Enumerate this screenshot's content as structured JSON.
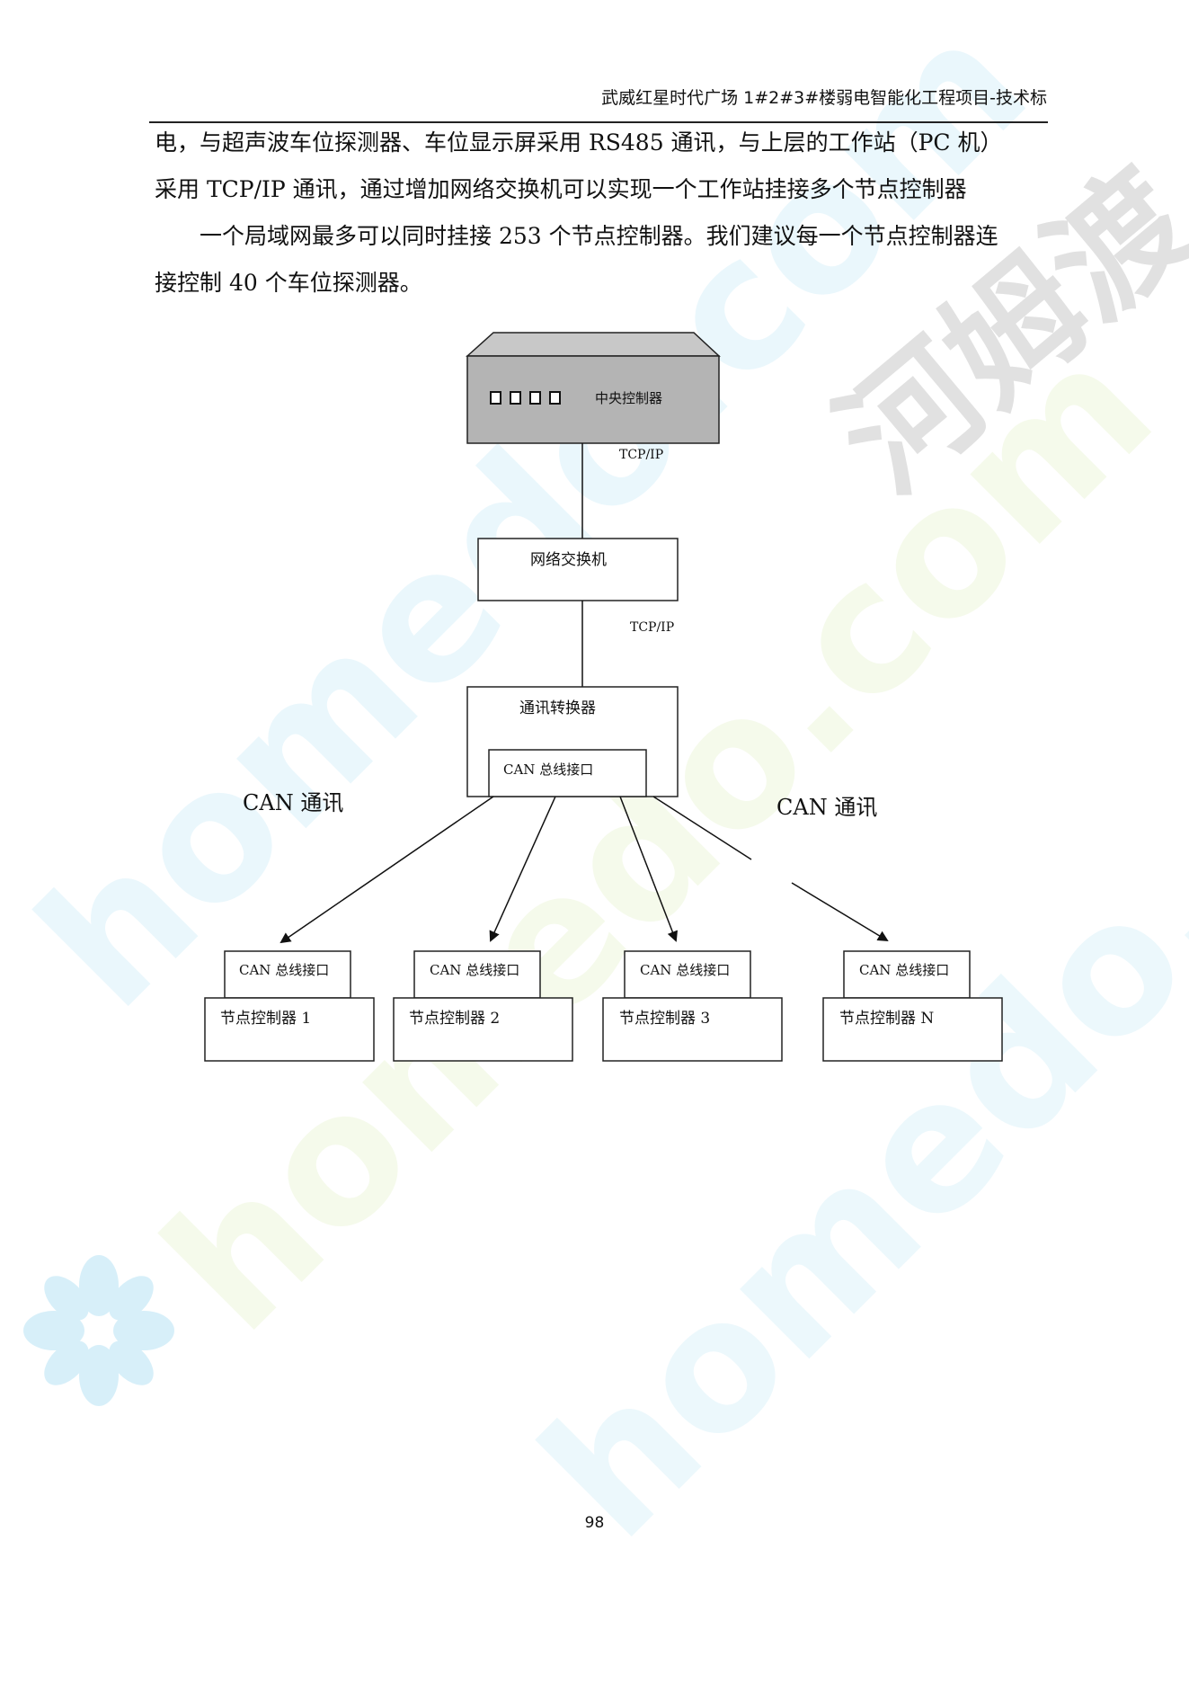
{
  "header": {
    "title": "武威红星时代广场 1#2#3#楼弱电智能化工程项目-技术标"
  },
  "body": {
    "paragraph_1_line_1": "电，与超声波车位探测器、车位显示屏采用 RS485 通讯，与上层的工作站（PC 机）",
    "paragraph_1_line_2": "采用 TCP/IP 通讯，通过增加网络交换机可以实现一个工作站挂接多个节点控制器",
    "paragraph_2_line_1": "一个局域网最多可以同时挂接 253 个节点控制器。我们建议每一个节点控制器连",
    "paragraph_2_line_2": "接控制 40 个车位探测器。"
  },
  "diagram": {
    "central_controller": "中央控制器",
    "protocol_top": "TCP/IP",
    "network_switch": "网络交换机",
    "protocol_mid": "TCP/IP",
    "comm_converter": "通讯转换器",
    "can_bus_interface": "CAN 总线接口",
    "can_comm_left": "CAN 通讯",
    "can_comm_right": "CAN 通讯",
    "nodes": [
      {
        "interface": "CAN 总线接口",
        "label": "节点控制器 1"
      },
      {
        "interface": "CAN 总线接口",
        "label": "节点控制器 2"
      },
      {
        "interface": "CAN 总线接口",
        "label": "节点控制器 3"
      },
      {
        "interface": "CAN 总线接口",
        "label": "节点控制器 N"
      }
    ]
  },
  "watermarks": {
    "site_text": "homedo.com",
    "brand_text": "河姆渡"
  },
  "footer": {
    "page_number": "98"
  }
}
